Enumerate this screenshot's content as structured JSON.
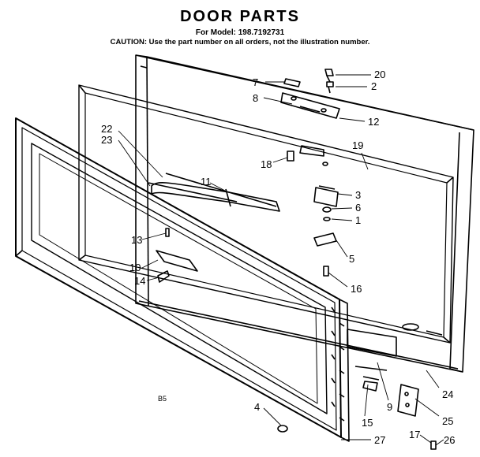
{
  "header": {
    "title": "DOOR PARTS",
    "model": "For Model: 198.7192731",
    "caution": "CAUTION: Use the part number on all orders, not the illustration number."
  },
  "page_code": "B5",
  "callouts": [
    {
      "id": "c20",
      "label": "20"
    },
    {
      "id": "c2",
      "label": "2"
    },
    {
      "id": "c7",
      "label": "7"
    },
    {
      "id": "c8",
      "label": "8"
    },
    {
      "id": "c12",
      "label": "12"
    },
    {
      "id": "c19",
      "label": "19"
    },
    {
      "id": "c22",
      "label": "22"
    },
    {
      "id": "c23",
      "label": "23"
    },
    {
      "id": "c18",
      "label": "18"
    },
    {
      "id": "c11",
      "label": "11"
    },
    {
      "id": "c3",
      "label": "3"
    },
    {
      "id": "c6",
      "label": "6"
    },
    {
      "id": "c1",
      "label": "1"
    },
    {
      "id": "c13",
      "label": "13"
    },
    {
      "id": "c5",
      "label": "5"
    },
    {
      "id": "c10",
      "label": "10"
    },
    {
      "id": "c14",
      "label": "14"
    },
    {
      "id": "c16",
      "label": "16"
    },
    {
      "id": "c4",
      "label": "4"
    },
    {
      "id": "c9",
      "label": "9"
    },
    {
      "id": "c15",
      "label": "15"
    },
    {
      "id": "c24",
      "label": "24"
    },
    {
      "id": "c25",
      "label": "25"
    },
    {
      "id": "c17",
      "label": "17"
    },
    {
      "id": "c26",
      "label": "26"
    },
    {
      "id": "c27",
      "label": "27"
    }
  ]
}
